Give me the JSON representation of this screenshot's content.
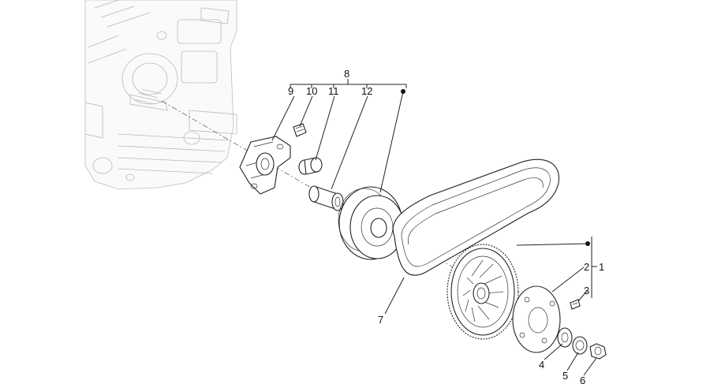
{
  "callouts": {
    "c1": "1",
    "c2": "2",
    "c3": "3",
    "c4": "4",
    "c5": "5",
    "c6": "6",
    "c7": "7",
    "c8": "8",
    "c9": "9",
    "c10": "10",
    "c11": "11",
    "c12": "12"
  },
  "colors": {
    "line": "#222222",
    "ghost_engine": "#bdbdbd",
    "background": "#ffffff"
  },
  "icons": {
    "kit_marker": "filled-circle-dot"
  }
}
